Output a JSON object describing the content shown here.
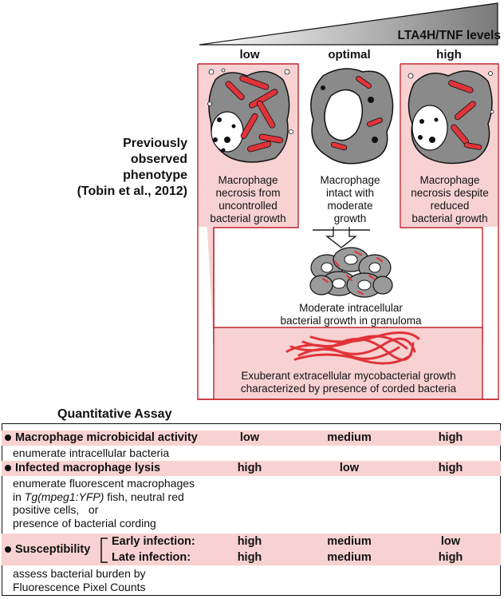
{
  "gradient": {
    "title": "LTA4H/TNF levels"
  },
  "levels": {
    "low": "low",
    "optimal": "optimal",
    "high": "high"
  },
  "phenotype_label": [
    "Previously",
    "observed",
    "phenotype",
    "(Tobin et al., 2012)"
  ],
  "captions": {
    "low": [
      "Macrophage",
      "necrosis from",
      "uncontrolled",
      "bacterial growth"
    ],
    "optimal": [
      "Macrophage",
      "intact with",
      "moderate",
      "growth"
    ],
    "high": [
      "Macrophage",
      "necrosis despite",
      "reduced",
      "bacterial growth"
    ]
  },
  "granuloma_caption": [
    "Moderate  intracellular",
    "bacterial growth in granuloma"
  ],
  "cording_caption": [
    "Exuberant extracellular mycobacterial growth",
    "characterized by presence of corded bacteria"
  ],
  "assay": {
    "title": "Quantitative Assay",
    "rows": {
      "microbicidal": {
        "label": "Macrophage microbicidal activity",
        "low": "low",
        "optimal": "medium",
        "high": "high",
        "desc": "enumerate intracellular bacteria"
      },
      "lysis": {
        "label": "Infected macrophage lysis",
        "low": "high",
        "optimal": "low",
        "high": "high",
        "desc1": "enumerate fluorescent macrophages",
        "desc2a": "in ",
        "desc2b": "Tg(mpeg1:YFP)",
        "desc2c": " fish, neutral red",
        "desc3": "positive cells,   or",
        "desc4": "presence of bacterial cording"
      },
      "susceptibility": {
        "label": "Susceptibility",
        "early_label": "Early infection:",
        "early_low": "high",
        "early_optimal": "medium",
        "early_high": "low",
        "late_label": "Late infection:",
        "late_low": "high",
        "late_optimal": "medium",
        "late_high": "high",
        "desc1": "assess bacterial burden by",
        "desc2": "Fluorescence Pixel Counts"
      }
    }
  },
  "colors": {
    "pink_fill": "#f8d2d2",
    "red": "#e0343a",
    "dark_red": "#c0262c",
    "gray": "#8a8a8a"
  }
}
